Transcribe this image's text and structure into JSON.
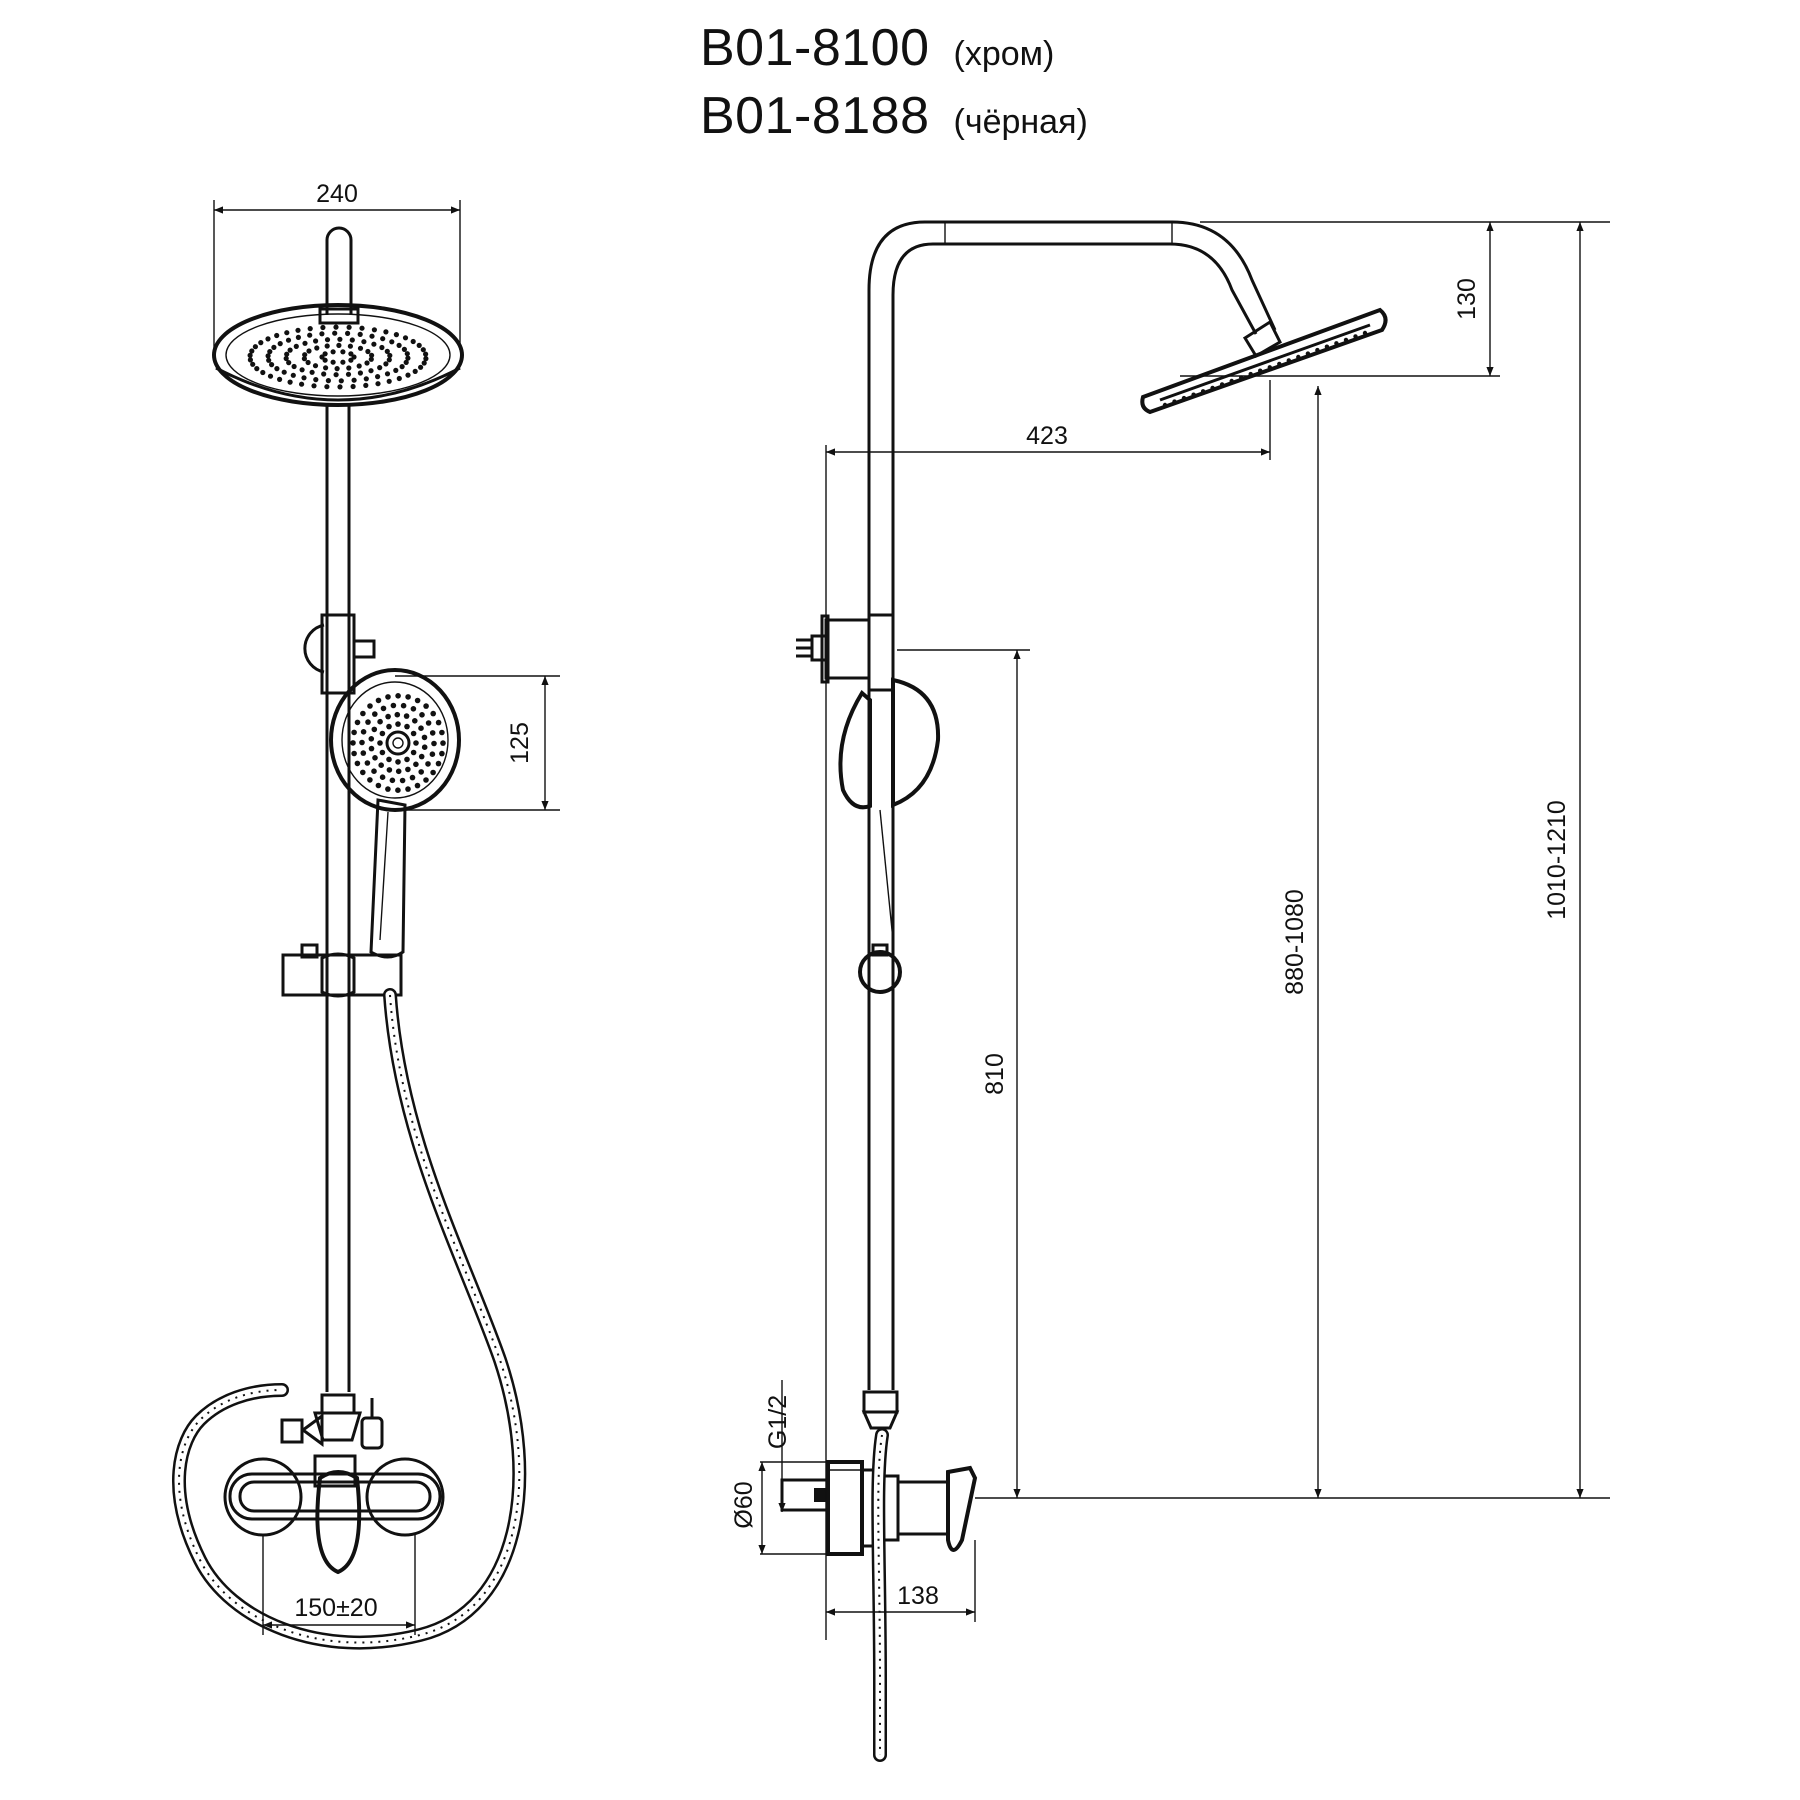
{
  "titles": [
    {
      "model": "B01-8100",
      "variant": "(хром)"
    },
    {
      "model": "B01-8188",
      "variant": "(чёрная)"
    }
  ],
  "front_view": {
    "dim_overhead_width": "240",
    "dim_hand_shower": "125",
    "dim_mixer_centers": "150±20"
  },
  "side_view": {
    "dim_arm_projection": "423",
    "dim_head_height": "130",
    "dim_mixer_to_holder": "810",
    "dim_mixer_to_head": "880-1080",
    "dim_total_height": "1010-1210",
    "dim_thread": "G1/2",
    "dim_flange": "Ø60",
    "dim_mixer_depth": "138"
  }
}
